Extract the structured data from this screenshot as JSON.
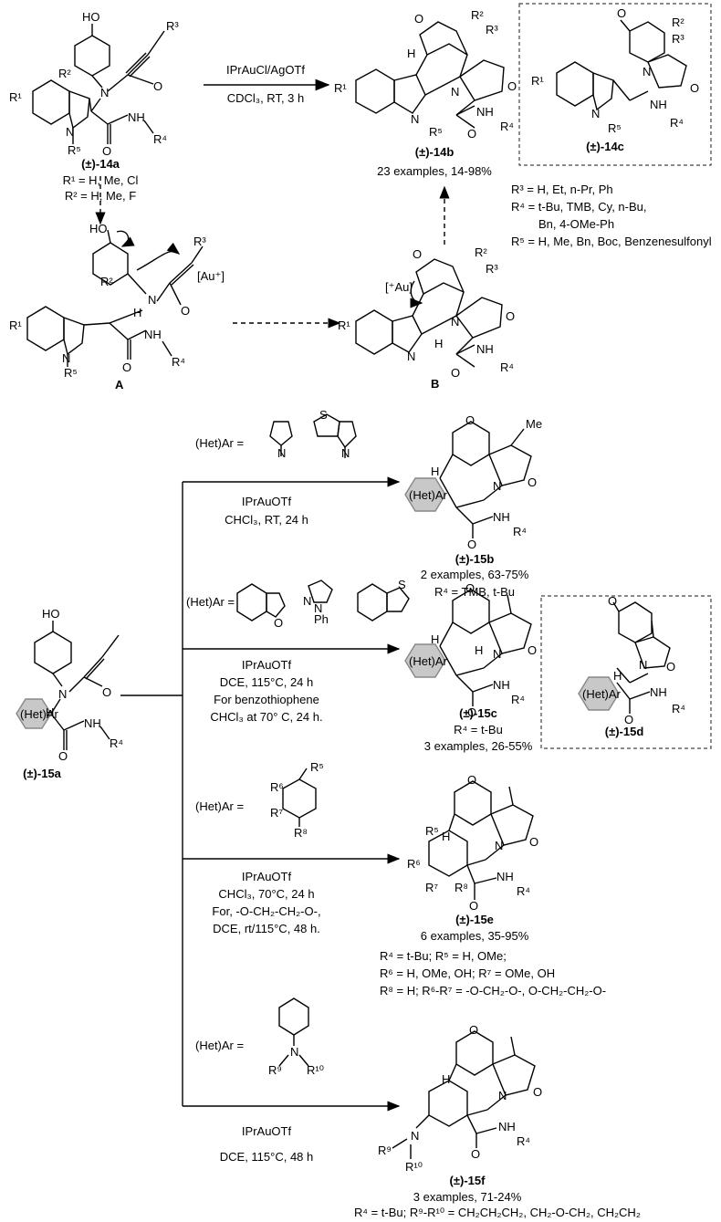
{
  "top": {
    "reagent_line1": "IPrAuCl/AgOTf",
    "reagent_line2": "CDCl₃, RT, 3 h",
    "sm_label": "(±)-14a",
    "sm_r1": "R¹ = H, Me, Cl",
    "sm_r2": "R² = H, Me, F",
    "prod_label": "(±)-14b",
    "prod_examples": "23 examples, 14-98%",
    "side_label": "(±)-14c",
    "r3": "R³ = H, Et, n-Pr, Ph",
    "r4a": "R⁴ = t-Bu, TMB, Cy, n-Bu,",
    "r4b": "Bn, 4-OMe-Ph",
    "r5": "R⁵ = H, Me, Bn, Boc, Benzenesulfonyl",
    "int_a": "A",
    "int_b": "B"
  },
  "atoms": {
    "ho": "HO",
    "o": "O",
    "n": "N",
    "nh": "NH",
    "h": "H",
    "r1": "R¹",
    "r2": "R²",
    "r3": "R³",
    "r4": "R⁴",
    "r5": "R⁵",
    "r6": "R⁶",
    "r7": "R⁷",
    "r8": "R⁸",
    "r9": "R⁹",
    "r10": "R¹⁰",
    "au": "[Au⁺]",
    "au2": "[⁺Au]",
    "me": "Me",
    "ph": "Ph",
    "s": "S",
    "hetar": "(Het)Ar"
  },
  "branch1": {
    "hetar_eq": "(Het)Ar =",
    "cond1": "IPrAuOTf",
    "cond2": "CHCl₃, RT, 24 h",
    "label": "(±)-15b",
    "examples": "2 examples, 63-75%",
    "r4": "R⁴ = TMB, t-Bu"
  },
  "branch2": {
    "hetar_eq": "(Het)Ar =",
    "cond1": "IPrAuOTf",
    "cond2": "DCE, 115°C, 24 h",
    "cond3": "For benzothiophene",
    "cond4": "CHCl₃ at 70° C, 24 h.",
    "label": "(±)-15c",
    "r4": "R⁴ = t-Bu",
    "examples": "3 examples, 26-55%",
    "side_label": "(±)-15d"
  },
  "sm15": {
    "label": "(±)-15a"
  },
  "branch3": {
    "hetar_eq": "(Het)Ar =",
    "cond1": "IPrAuOTf",
    "cond2": "CHCl₃, 70°C, 24 h",
    "cond3": "For, -O-CH₂-CH₂-O-,",
    "cond4": "DCE, rt/115°C, 48 h.",
    "label": "(±)-15e",
    "examples": "6 examples, 35-95%",
    "note1": "R⁴ = t-Bu; R⁵ = H, OMe;",
    "note2": "R⁶ = H, OMe, OH; R⁷ = OMe, OH",
    "note3": "R⁸ = H; R⁶-R⁷ = -O-CH₂-O-, O-CH₂-CH₂-O-"
  },
  "branch4": {
    "hetar_eq": "(Het)Ar =",
    "cond1": "IPrAuOTf",
    "cond2": "DCE, 115°C, 48 h",
    "label": "(±)-15f",
    "examples": "3 examples, 71-24%",
    "note": "R⁴ = t-Bu; R⁹-R¹⁰ = CH₂CH₂CH₂, CH₂-O-CH₂, CH₂CH₂"
  }
}
